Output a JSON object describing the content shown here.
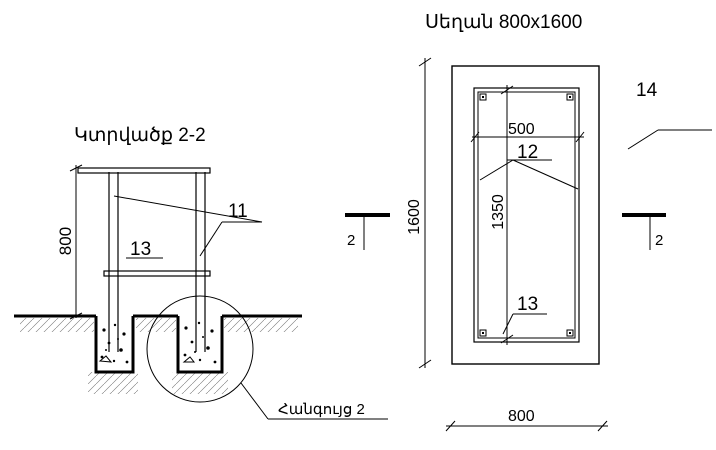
{
  "left_view": {
    "title": "Կտրվածք 2-2",
    "height_dim": "800",
    "label_11": "11",
    "label_13": "13",
    "callout": "Հանգույց 2"
  },
  "right_view": {
    "title": "Սեղան 800x1600",
    "label_14": "14",
    "inner_width_dim": "500",
    "label_12": "12",
    "inner_height_dim": "1350",
    "height_dim": "1600",
    "label_13": "13",
    "width_dim": "800",
    "section_left": "2",
    "section_right": "2"
  }
}
